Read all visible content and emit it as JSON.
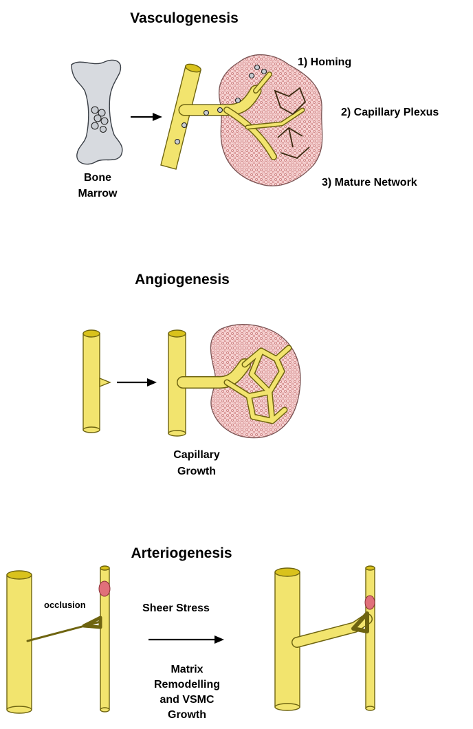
{
  "panels": [
    {
      "title": "Vasculogenesis",
      "labels": {
        "source_line1": "Bone",
        "source_line2": "Marrow",
        "step1": "1) Homing",
        "step2": "2) Capillary Plexus",
        "step3": "3) Mature Network"
      }
    },
    {
      "title": "Angiogenesis",
      "labels": {
        "caption_line1": "Capillary",
        "caption_line2": "Growth"
      }
    },
    {
      "title": "Arteriogenesis",
      "labels": {
        "occlusion": "occlusion",
        "stimulus": "Sheer Stress",
        "result_line1": "Matrix",
        "result_line2": "Remodelling",
        "result_line3": "and VSMC",
        "result_line4": "Growth"
      }
    }
  ],
  "colors": {
    "vessel": "#f2e46e",
    "vessel_top": "#d9c21c",
    "tissue": "#f3c9c9",
    "bone": "#d7dadf",
    "occlusion": "#e0707a"
  }
}
